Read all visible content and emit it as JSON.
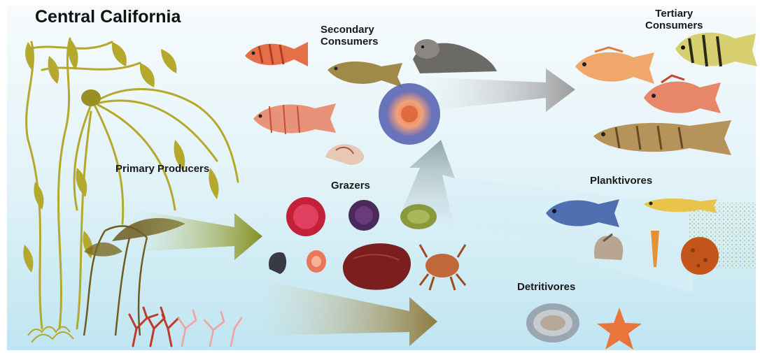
{
  "title": "Central California",
  "labels": {
    "secondary_line1": "Secondary",
    "secondary_line2": "Consumers",
    "tertiary_line1": "Tertiary",
    "tertiary_line2": "Consumers",
    "primary": "Primary Producers",
    "grazers": "Grazers",
    "planktivores": "Planktivores",
    "detritivores": "Detritivores"
  },
  "colors": {
    "water_top": "#f6fbfd",
    "water_bottom": "#bfe6f2",
    "kelp": "#b4a92c",
    "kelp_dark": "#7a6a20",
    "coral_red": "#c0392b",
    "coral_pink": "#f2a0a0",
    "arrow_green": "#8c9a2a",
    "arrow_brown": "#8f7f45",
    "arrow_grey": "#9a9a9a"
  },
  "icons": [
    "kelp-forest-icon",
    "brown-algae-icon",
    "red-coralline-algae-icon",
    "rockfish-icon",
    "sea-otter-icon",
    "sea-anemone-icon",
    "sea-urchin-icon",
    "sea-cucumber-icon",
    "crab-icon",
    "snail-icon",
    "abalone-icon",
    "sea-star-icon",
    "plankton-icon",
    "lingcod-icon",
    "sponge-icon"
  ]
}
